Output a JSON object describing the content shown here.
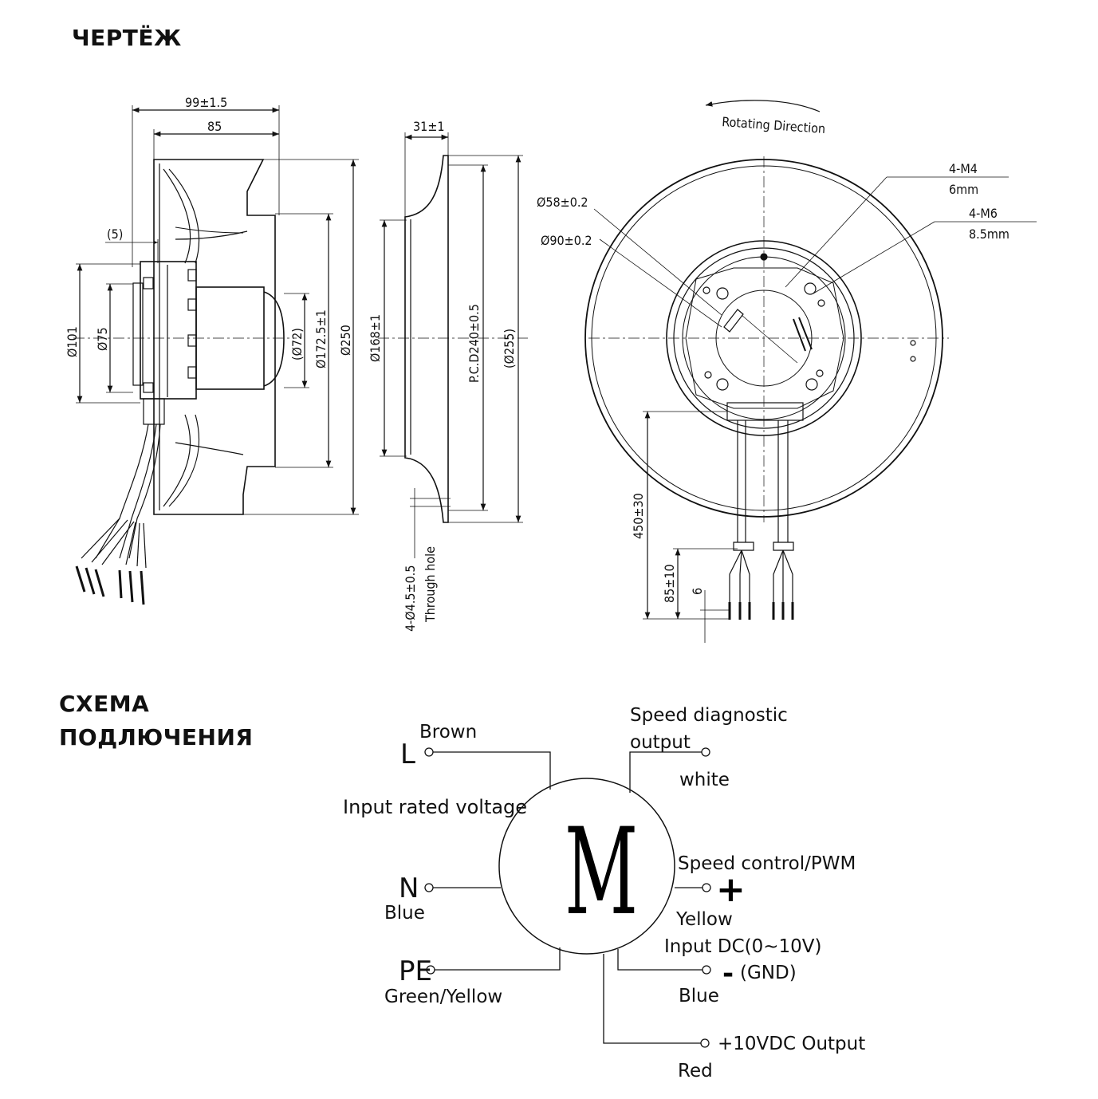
{
  "titles": {
    "drawing": "ЧЕРТЁЖ",
    "wiring_line1": "СХЕМА",
    "wiring_line2": "ПОДЛЮЧЕНИЯ"
  },
  "side_view": {
    "dims": [
      "99±1.5",
      "85",
      "(5)",
      "Ø101",
      "Ø75",
      "(Ø72)",
      "Ø172.5±1",
      "Ø250"
    ]
  },
  "ring_view": {
    "dims": [
      "31±1",
      "Ø168±1",
      "P.C.D240±0.5",
      "(Ø255)",
      "4-Ø4.5±0.5",
      "Through hole"
    ]
  },
  "front_view": {
    "rotation_label": "Rotating Direction",
    "dims": [
      "Ø58±0.2",
      "Ø90±0.2",
      "4-M4",
      "6mm",
      "4-M6",
      "8.5mm",
      "450±30",
      "85±10",
      "6"
    ]
  },
  "wiring": {
    "motor_symbol": "M",
    "L": {
      "label": "L",
      "color": "Brown"
    },
    "input_label": "Input rated voltage",
    "N": {
      "label": "N",
      "color": "Blue"
    },
    "PE": {
      "label": "PE",
      "color": "Green/Yellow"
    },
    "speed_diag": {
      "line1": "Speed diagnostic",
      "line2": "output",
      "color": "white"
    },
    "speed_ctrl": {
      "label": "Speed control/PWM",
      "sign": "+",
      "color": "Yellow",
      "input": "Input DC(0~10V)"
    },
    "gnd": {
      "sign": "-",
      "label": "(GND)",
      "color": "Blue"
    },
    "out10": {
      "label": "+10VDC Output",
      "color": "Red"
    }
  }
}
